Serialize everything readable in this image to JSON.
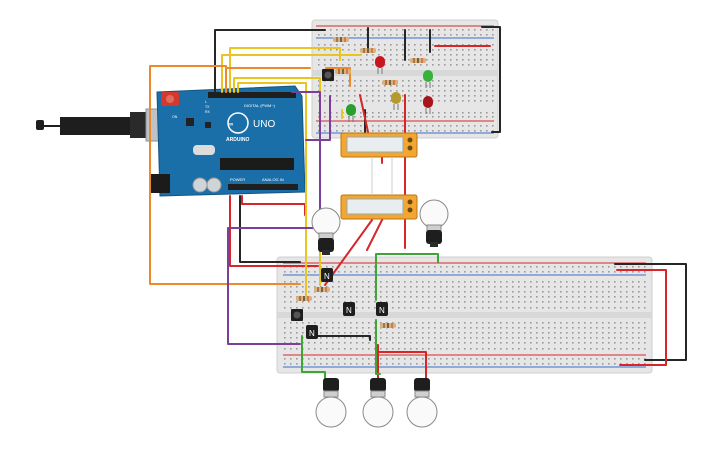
{
  "arduino": {
    "brand_label": "ARDUINO",
    "model_label": "UNO",
    "digital_label": "DIGITAL (PWM~)",
    "power_label": "POWER",
    "analog_label": "ANALOG IN",
    "tx_label": "TX",
    "rx_label": "RX",
    "l_label": "L",
    "on_label": "ON"
  },
  "transistor_label": "N",
  "colors": {
    "board_blue": "#1b6fa8",
    "breadboard": "#e4e4e4",
    "wire_black": "#262626",
    "wire_red": "#d6262a",
    "wire_yellow": "#e8c51f",
    "wire_orange": "#ec8a2b",
    "wire_green": "#3fa535",
    "wire_purple": "#7b3f99",
    "relay_orange": "#f3a631"
  }
}
